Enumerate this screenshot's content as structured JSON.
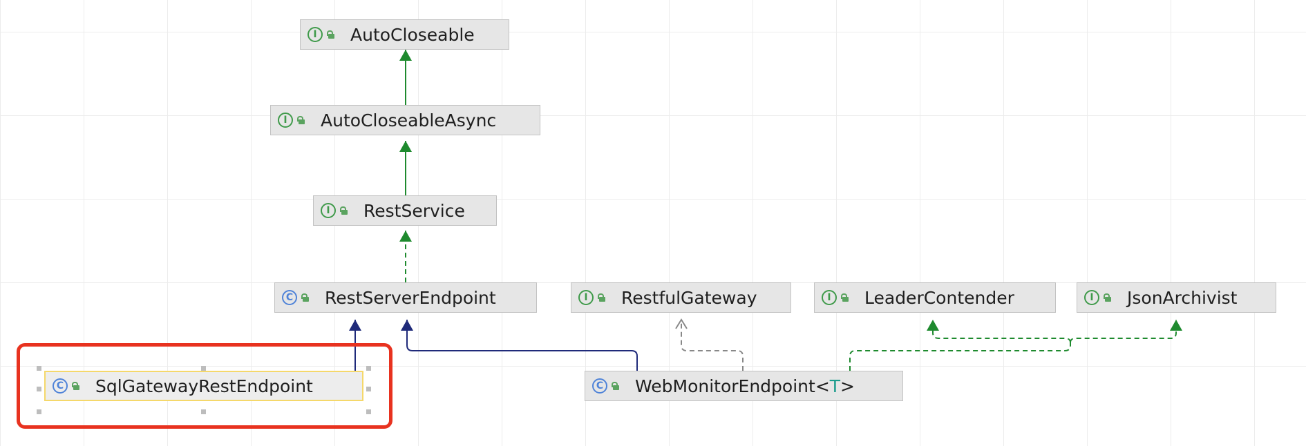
{
  "diagram": {
    "nodes": [
      {
        "id": "autocloseable",
        "kind": "interface",
        "kind_glyph": "I",
        "label": "AutoCloseable"
      },
      {
        "id": "autocloseableasync",
        "kind": "interface",
        "kind_glyph": "I",
        "label": "AutoCloseableAsync"
      },
      {
        "id": "restservice",
        "kind": "interface",
        "kind_glyph": "I",
        "label": "RestService"
      },
      {
        "id": "restserverendpoint",
        "kind": "class",
        "kind_glyph": "C",
        "label": "RestServerEndpoint"
      },
      {
        "id": "restfulgateway",
        "kind": "interface",
        "kind_glyph": "I",
        "label": "RestfulGateway"
      },
      {
        "id": "leadercontender",
        "kind": "interface",
        "kind_glyph": "I",
        "label": "LeaderContender"
      },
      {
        "id": "jsonarchivist",
        "kind": "interface",
        "kind_glyph": "I",
        "label": "JsonArchivist"
      },
      {
        "id": "sqlgatewayrestendpoint",
        "kind": "class",
        "kind_glyph": "C",
        "label": "SqlGatewayRestEndpoint",
        "selected": true
      },
      {
        "id": "webmonitorendpoint",
        "kind": "class",
        "kind_glyph": "C",
        "label": "WebMonitorEndpoint",
        "generic_open": "<",
        "type_param": "T",
        "generic_close": ">"
      }
    ],
    "edges": [
      {
        "from": "autocloseableasync",
        "to": "autocloseable",
        "type": "extends",
        "color": "#1e8a2e"
      },
      {
        "from": "restservice",
        "to": "autocloseableasync",
        "type": "extends",
        "color": "#1e8a2e"
      },
      {
        "from": "restserverendpoint",
        "to": "restservice",
        "type": "implements",
        "color": "#1e8a2e"
      },
      {
        "from": "sqlgatewayrestendpoint",
        "to": "restserverendpoint",
        "type": "extends",
        "color": "#1f2a7a"
      },
      {
        "from": "webmonitorendpoint",
        "to": "restserverendpoint",
        "type": "extends",
        "color": "#1f2a7a"
      },
      {
        "from": "webmonitorendpoint",
        "to": "restfulgateway",
        "type": "implements",
        "color": "#888888"
      },
      {
        "from": "webmonitorendpoint",
        "to": "leadercontender",
        "type": "implements",
        "color": "#1e8a2e"
      },
      {
        "from": "webmonitorendpoint",
        "to": "jsonarchivist",
        "type": "implements",
        "color": "#1e8a2e"
      }
    ],
    "highlight_color": "#e8321f"
  }
}
